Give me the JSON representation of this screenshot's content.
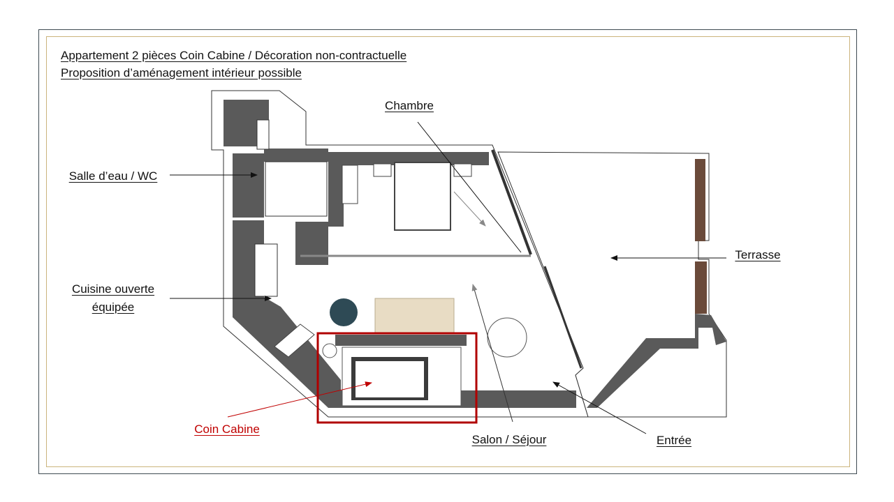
{
  "title": {
    "line1": "Appartement 2 pièces Coin Cabine / Décoration non-contractuelle",
    "line2": "Proposition d’aménagement intérieur possible"
  },
  "labels": {
    "bathroom": "Salle d’eau / WC",
    "kitchen_line1": "Cuisine ouverte",
    "kitchen_line2": "équipée",
    "bedroom": "Chambre",
    "terrace": "Terrasse",
    "living": "Salon / Séjour",
    "entrance": "Entrée",
    "cabin": "Coin Cabine"
  },
  "colors": {
    "highlight": "#b00000",
    "wall": "#5a5a5a",
    "frame_gold": "#cbb47c"
  }
}
